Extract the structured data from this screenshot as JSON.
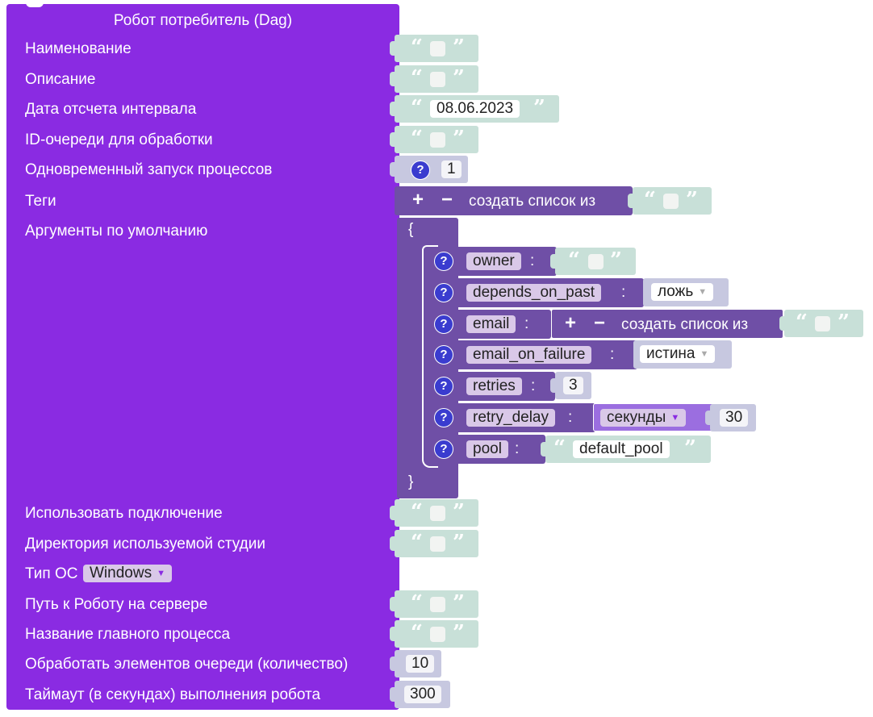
{
  "block": {
    "title": "Робот потребитель (Dag)",
    "fields": {
      "name": "Наименование",
      "description": "Описание",
      "interval_start": "Дата отсчета интервала",
      "queue_id": "ID-очереди для обработки",
      "concurrency": "Одновременный запуск процессов",
      "tags": "Теги",
      "default_args": "Аргументы по умолчанию",
      "connection": "Использовать подключение",
      "studio_dir": "Директория используемой студии",
      "os_type": "Тип ОС",
      "robot_path": "Путь к Роботу на сервере",
      "main_process": "Название главного процесса",
      "queue_items": "Обработать элементов очереди (количество)",
      "timeout": "Таймаут (в секундах) выполнения робота"
    },
    "values": {
      "interval_start": "08.06.2023",
      "concurrency": "1",
      "os_type": "Windows",
      "queue_items": "10",
      "timeout": "300"
    }
  },
  "list_block": {
    "plus": "+",
    "minus": "−",
    "label": "создать список из"
  },
  "quote_open": "“",
  "quote_close": "”",
  "help_icon": "?",
  "dict": {
    "open_brace": "{",
    "close_brace": "}",
    "colon": ":",
    "entries": [
      {
        "key": "owner"
      },
      {
        "key": "depends_on_past",
        "value": "ложь"
      },
      {
        "key": "email"
      },
      {
        "key": "email_on_failure",
        "value": "истина"
      },
      {
        "key": "retries",
        "value": "3"
      },
      {
        "key": "retry_delay",
        "unit": "секунды",
        "value": "30"
      },
      {
        "key": "pool",
        "value": "default_pool"
      }
    ]
  },
  "colors": {
    "main_block": "#8a2be2",
    "dict_block": "#6f4fa6",
    "text_block": "#c8e0d8",
    "number_block": "#c7c8e0",
    "help_icon": "#3a3ccf"
  }
}
